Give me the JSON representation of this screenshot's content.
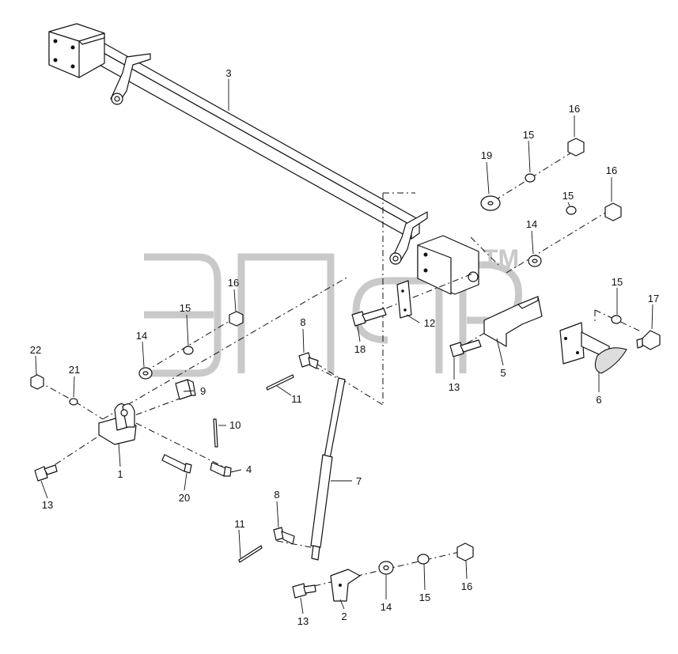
{
  "diagram": {
    "type": "exploded-parts-drawing",
    "watermark": {
      "mark": "TM"
    },
    "callouts": [
      {
        "id": "c3",
        "text": "3"
      },
      {
        "id": "c16a",
        "text": "16"
      },
      {
        "id": "c15a",
        "text": "15"
      },
      {
        "id": "c19",
        "text": "19"
      },
      {
        "id": "c16b",
        "text": "16"
      },
      {
        "id": "c15b",
        "text": "15"
      },
      {
        "id": "c14a",
        "text": "14"
      },
      {
        "id": "c15c",
        "text": "15"
      },
      {
        "id": "c17",
        "text": "17"
      },
      {
        "id": "c12",
        "text": "12"
      },
      {
        "id": "c18",
        "text": "18"
      },
      {
        "id": "c13a",
        "text": "13"
      },
      {
        "id": "c5",
        "text": "5"
      },
      {
        "id": "c6",
        "text": "6"
      },
      {
        "id": "c16c",
        "text": "16"
      },
      {
        "id": "c15d",
        "text": "15"
      },
      {
        "id": "c14b",
        "text": "14"
      },
      {
        "id": "c8a",
        "text": "8"
      },
      {
        "id": "c9",
        "text": "9"
      },
      {
        "id": "c11a",
        "text": "11"
      },
      {
        "id": "c22",
        "text": "22"
      },
      {
        "id": "c21",
        "text": "21"
      },
      {
        "id": "c10",
        "text": "10"
      },
      {
        "id": "c4",
        "text": "4"
      },
      {
        "id": "c1",
        "text": "1"
      },
      {
        "id": "c20",
        "text": "20"
      },
      {
        "id": "c13b",
        "text": "13"
      },
      {
        "id": "c7",
        "text": "7"
      },
      {
        "id": "c8b",
        "text": "8"
      },
      {
        "id": "c11b",
        "text": "11"
      },
      {
        "id": "c13c",
        "text": "13"
      },
      {
        "id": "c2",
        "text": "2"
      },
      {
        "id": "c14c",
        "text": "14"
      },
      {
        "id": "c15e",
        "text": "15"
      },
      {
        "id": "c16d",
        "text": "16"
      }
    ]
  }
}
